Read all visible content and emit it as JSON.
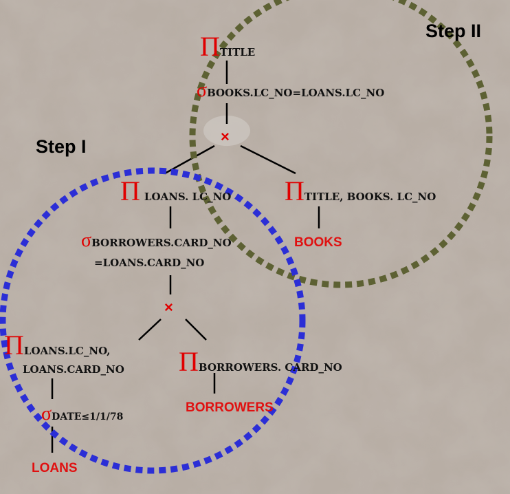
{
  "symbols": {
    "pi": "Π",
    "sigma": "σ",
    "cross": "×"
  },
  "steps": {
    "step1": "Step I",
    "step2": "Step II"
  },
  "colors": {
    "step1_circle": "#2b2ed6",
    "step2_circle": "#5d6133",
    "operator": "#e00000",
    "relation": "#e01010"
  },
  "nodes": {
    "pi_title": "TITLE",
    "sigma_books_loans": "BOOKS.LC_NO=LOANS.LC_NO",
    "pi_loans_lcno": "LOANS. LC_NO",
    "pi_title_books": "TITLE, BOOKS. LC_NO",
    "sigma_borrowers_line1": "BORROWERS.CARD_NO",
    "sigma_borrowers_line2": "=LOANS.CARD_NO",
    "pi_loans_cardno_line1": "LOANS.LC_NO,",
    "pi_loans_cardno_line2": "LOANS.CARD_NO",
    "pi_borrowers_cardno": "BORROWERS. CARD_NO",
    "sigma_date": "DATE≤1/1/78"
  },
  "relations": {
    "books": "BOOKS",
    "borrowers": "BORROWERS",
    "loans": "LOANS"
  }
}
